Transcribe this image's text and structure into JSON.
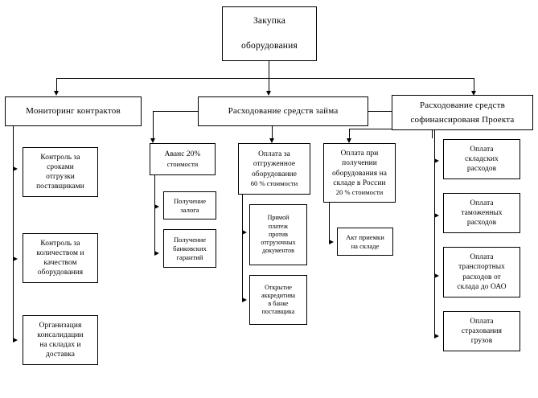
{
  "diagram": {
    "type": "org-tree",
    "title": "Закупка оборудования",
    "root": {
      "line1": "Закупка",
      "line2": "оборудования"
    },
    "level2": {
      "monitoring": {
        "line1": "Мониторинг контрактов"
      },
      "loan": {
        "line1": "Расходование средств займа"
      },
      "cofinance": {
        "line1": "Расходование средств",
        "line2": "софинансированя Проекта"
      }
    },
    "monitoring_children": [
      {
        "lines": [
          "Контроль за",
          "сроками",
          "отгрузки",
          "поставщиками"
        ]
      },
      {
        "lines": [
          "Контроль за",
          "количеством и",
          "качеством",
          "оборудования"
        ]
      },
      {
        "lines": [
          "Организация",
          "консалидации",
          "на складах и",
          "доставка"
        ]
      }
    ],
    "loan_branch_a": {
      "head": {
        "lines": [
          "Аванс 20%",
          "стоимости"
        ]
      },
      "children": [
        {
          "lines": [
            "Получение",
            "залога"
          ]
        },
        {
          "lines": [
            "Получение",
            "банковских",
            "гарантий"
          ]
        }
      ]
    },
    "loan_branch_b": {
      "head": {
        "lines": [
          "Оплата за",
          "отгруженное",
          "оборудование",
          "60 % стоимости"
        ]
      },
      "children": [
        {
          "lines": [
            "Прямой",
            "платеж",
            "против",
            "отгрузочных",
            "документов"
          ]
        },
        {
          "lines": [
            "Открытие",
            "аккредитива",
            "в банке",
            "поставщика"
          ]
        }
      ]
    },
    "loan_branch_c": {
      "head": {
        "lines": [
          "Оплата при",
          "получении",
          "оборудования на",
          "складе в России",
          "20 % стоимости"
        ]
      },
      "children": [
        {
          "lines": [
            "Акт приемки",
            "на складе"
          ]
        }
      ]
    },
    "cofinance_children": [
      {
        "lines": [
          "Оплата",
          "складских",
          "расходов"
        ]
      },
      {
        "lines": [
          "Оплата",
          "таможенных",
          "расходов"
        ]
      },
      {
        "lines": [
          "Оплата",
          "транспортных",
          "расходов от",
          "склада до ОАО"
        ]
      },
      {
        "lines": [
          "Оплата",
          "страхования",
          "грузов"
        ]
      }
    ],
    "colors": {
      "stroke": "#000000",
      "fill": "#ffffff",
      "text": "#000000"
    }
  }
}
